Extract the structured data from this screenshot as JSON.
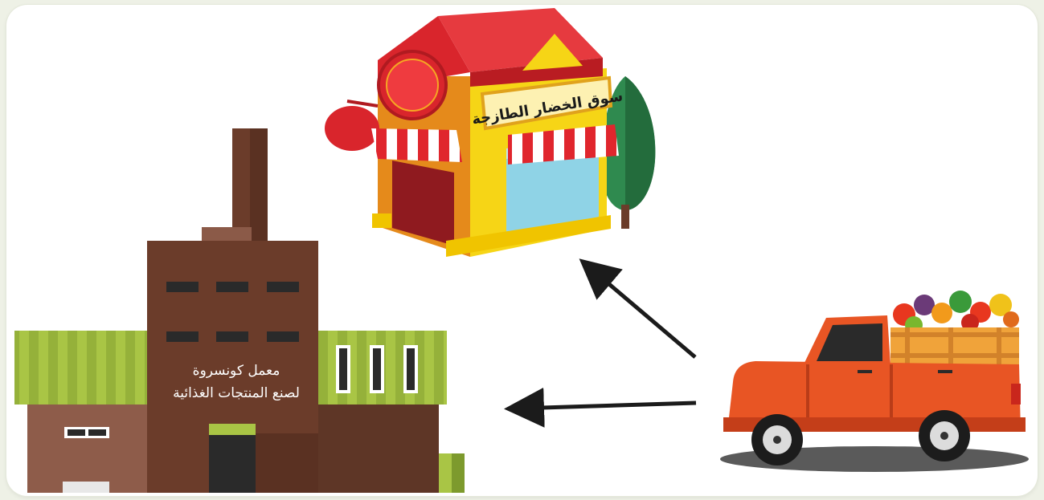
{
  "market": {
    "sign": "سوق الخضار الطازجة"
  },
  "factory": {
    "line1": "معمل كونسروة",
    "line2": "لصنع المنتجات الغذائية"
  },
  "colors": {
    "factory_brown": "#6b3c2a",
    "factory_green": "#a9c545",
    "market_red": "#d9252c",
    "market_yellow": "#f6d516",
    "truck_orange": "#e85524",
    "tree_green": "#2f8a4f"
  },
  "arrows": [
    {
      "from": "truck",
      "to": "market"
    },
    {
      "from": "truck",
      "to": "factory"
    }
  ]
}
